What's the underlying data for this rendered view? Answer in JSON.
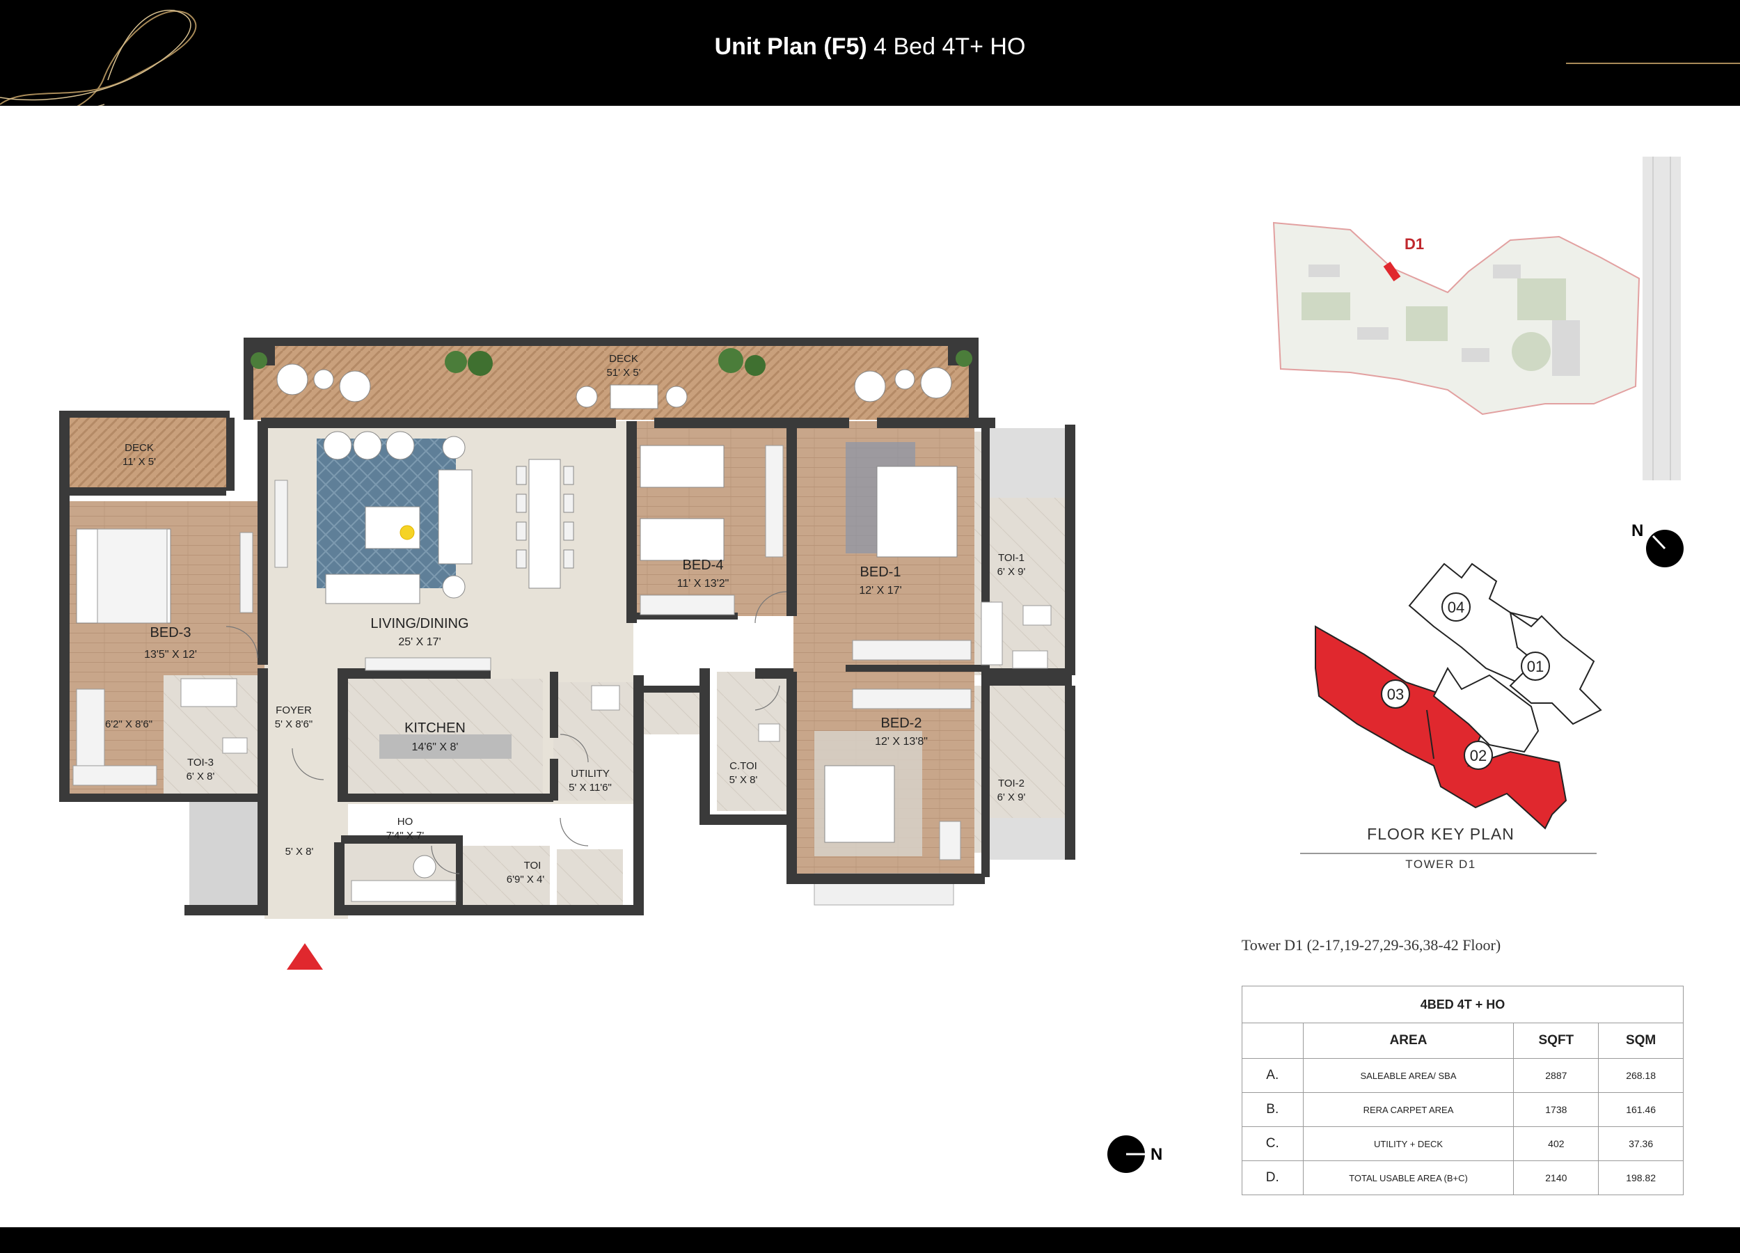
{
  "header": {
    "title_bold": "Unit Plan (F5)",
    "title_rest": "4 Bed 4T+ HO"
  },
  "rooms": {
    "deck_main": {
      "name": "DECK",
      "dim": "51' X 5'"
    },
    "deck_small": {
      "name": "DECK",
      "dim": "11' X 5'"
    },
    "bed3": {
      "name": "BED-3",
      "dim": "13'5\" X 12'"
    },
    "bed3_dress": {
      "dim": "6'2\" X 8'6\""
    },
    "toi3": {
      "name": "TOI-3",
      "dim": "6' X 8'"
    },
    "living": {
      "name": "LIVING/DINING",
      "dim": "25' X 17'"
    },
    "foyer": {
      "name": "FOYER",
      "dim": "5' X 8'6\""
    },
    "kitchen": {
      "name": "KITCHEN",
      "dim": "14'6\" X 8'"
    },
    "utility": {
      "name": "UTILITY",
      "dim": "5' X 11'6\""
    },
    "ho": {
      "name": "HO",
      "dim": "7'4\" X 7'"
    },
    "toi": {
      "name": "TOI",
      "dim": "6'9\" X 4'"
    },
    "entry": {
      "dim": "5' X 8'"
    },
    "bed4": {
      "name": "BED-4",
      "dim": "11' X 13'2\""
    },
    "bed1": {
      "name": "BED-1",
      "dim": "12' X 17'"
    },
    "toi1": {
      "name": "TOI-1",
      "dim": "6' X 9'"
    },
    "ctoi": {
      "name": "C.TOI",
      "dim": "5' X 8'"
    },
    "bed2": {
      "name": "BED-2",
      "dim": "12' X 13'8\""
    },
    "toi2": {
      "name": "TOI-2",
      "dim": "6' X 9'"
    }
  },
  "site_plan": {
    "tower_label": "D1"
  },
  "north_labels": {
    "top": "N",
    "bottom": "N"
  },
  "floor_key": {
    "title": "FLOOR KEY PLAN",
    "subtitle": "TOWER D1",
    "units": [
      "04",
      "01",
      "03",
      "02"
    ]
  },
  "tower_caption": "Tower D1 (2-17,19-27,29-36,38-42 Floor)",
  "area_table": {
    "caption": "4BED 4T + HO",
    "headers": [
      "AREA",
      "SQFT",
      "SQM"
    ],
    "rows": [
      {
        "letter": "A.",
        "name": "SALEABLE AREA/ SBA",
        "sqft": "2887",
        "sqm": "268.18"
      },
      {
        "letter": "B.",
        "name": "RERA CARPET AREA",
        "sqft": "1738",
        "sqm": "161.46"
      },
      {
        "letter": "C.",
        "name": "UTILITY + DECK",
        "sqft": "402",
        "sqm": "37.36"
      },
      {
        "letter": "D.",
        "name": "TOTAL USABLE AREA (B+C)",
        "sqft": "2140",
        "sqm": "198.82"
      }
    ]
  },
  "colors": {
    "wall": "#3a3a3a",
    "floor_wood": "#c9a88a",
    "floor_stone": "#e8e4dc",
    "rug_blue": "#5f7f98",
    "key_red": "#e0282e",
    "gold": "#a88a58"
  }
}
